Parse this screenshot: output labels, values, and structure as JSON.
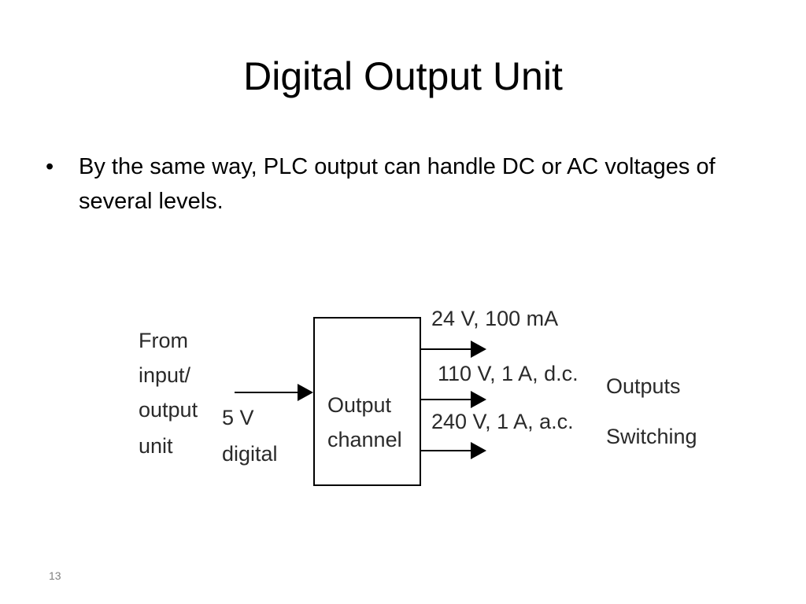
{
  "slide": {
    "title": "Digital Output Unit",
    "bullets": [
      "By the same way, PLC output can handle DC or AC voltages of several levels."
    ],
    "page_number": "13"
  },
  "diagram": {
    "source_label": [
      "From",
      "input/",
      "output",
      "unit"
    ],
    "input_signal": [
      "5 V",
      "digital"
    ],
    "block_label": [
      "Output",
      "channel"
    ],
    "output_levels": [
      "24 V, 100 mA",
      "110 V, 1 A, d.c.",
      "240 V, 1 A, a.c."
    ],
    "right_labels": [
      "Outputs",
      "Switching"
    ]
  }
}
